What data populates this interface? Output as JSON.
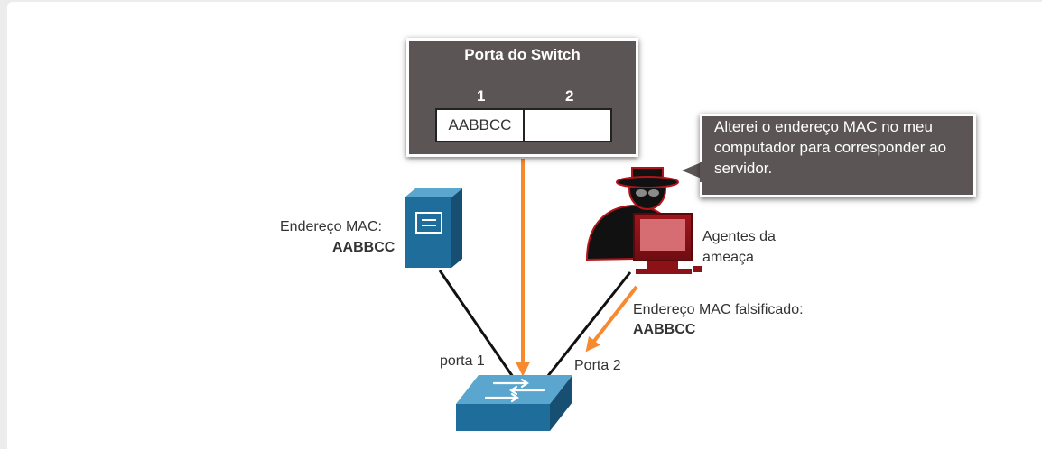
{
  "mac_table": {
    "title": "Porta do Switch",
    "col1": "1",
    "col2": "2",
    "cell1": "AABBCC",
    "cell2": ""
  },
  "server": {
    "mac_label": "Endereço MAC:",
    "mac_value": "AABBCC"
  },
  "attacker": {
    "speech": "Alterei o endereço MAC no meu computador para corresponder ao servidor.",
    "label_line1": "Agentes da",
    "label_line2": "ameaça",
    "spoofed_label": "Endereço MAC falsificado:",
    "spoofed_value": "AABBCC"
  },
  "switch": {
    "port1_label": "porta 1",
    "port2_label": "Porta 2"
  },
  "colors": {
    "arrow": "#f7892f",
    "device_blue": "#1f6d9b",
    "box_gray": "#5c5555",
    "attacker_red": "#8c1218"
  }
}
